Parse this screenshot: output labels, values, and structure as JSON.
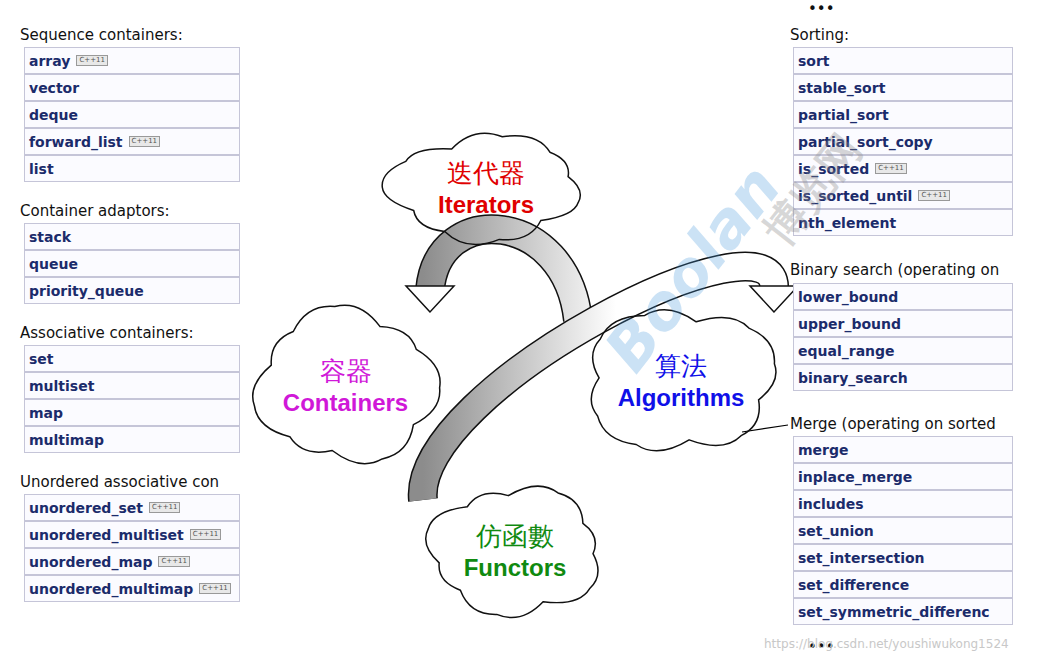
{
  "diagram": {
    "nodes": [
      {
        "text": [
          "array",
          "C++11"
        ]
      },
      {
        "text": [
          "vector"
        ]
      },
      {
        "text": [
          "deque"
        ]
      },
      {
        "text": [
          "forward_list",
          "C++11"
        ]
      },
      {
        "text": [
          "list"
        ]
      },
      {
        "text": [
          "stack"
        ]
      },
      {
        "text": [
          "queue"
        ]
      },
      {
        "text": [
          "priority_queue"
        ]
      },
      {
        "text": [
          "set"
        ]
      },
      {
        "text": [
          "multiset"
        ]
      },
      {
        "text": [
          "map"
        ]
      },
      {
        "text": [
          "multimap"
        ]
      },
      {
        "text": [
          "unordered_set",
          "C++11"
        ]
      },
      {
        "text": [
          "unordered_multiset",
          "C++11"
        ]
      },
      {
        "text": [
          "unordered_map",
          "C++11"
        ]
      },
      {
        "text": [
          "unordered_multimap",
          "C++11"
        ]
      },
      {
        "text": [
          "迭代器",
          "Iterators"
        ]
      },
      {
        "text": [
          "容器",
          "Containers"
        ]
      },
      {
        "text": [
          "算法",
          "Algorithms"
        ]
      },
      {
        "text": [
          "仿函數",
          "Functors"
        ]
      },
      {
        "text": [
          "sort"
        ]
      },
      {
        "text": [
          "stable_sort"
        ]
      },
      {
        "text": [
          "partial_sort"
        ]
      },
      {
        "text": [
          "partial_sort_copy"
        ]
      },
      {
        "text": [
          "is_sorted",
          "C++11"
        ]
      },
      {
        "text": [
          "is_sorted_until",
          "C++11"
        ]
      },
      {
        "text": [
          "nth_element"
        ]
      },
      {
        "text": [
          "lower_bound"
        ]
      },
      {
        "text": [
          "upper_bound"
        ]
      },
      {
        "text": [
          "equal_range"
        ]
      },
      {
        "text": [
          "binary_search"
        ]
      },
      {
        "text": [
          "merge"
        ]
      },
      {
        "text": [
          "inplace_merge"
        ]
      },
      {
        "text": [
          "includes"
        ]
      },
      {
        "text": [
          "set_union"
        ]
      },
      {
        "text": [
          "set_intersection"
        ]
      },
      {
        "text": [
          "set_difference"
        ]
      },
      {
        "text": [
          "set_symmetric_differenc"
        ]
      }
    ],
    "edges": [
      {
        "from": 18,
        "to": 17,
        "arrow": "to"
      },
      {
        "from": 19,
        "to": 18,
        "arrow": "to"
      }
    ],
    "labels": [
      "Sequence containers:",
      "Container adaptors:",
      "Associative containers:",
      "Unordered associative con",
      "•••",
      "Sorting:",
      "Binary search (operating on",
      "Merge (operating on sorted",
      "•••",
      "Boolan",
      "博览网",
      "https://blog.csdn.net/youshiwukong1524"
    ]
  }
}
